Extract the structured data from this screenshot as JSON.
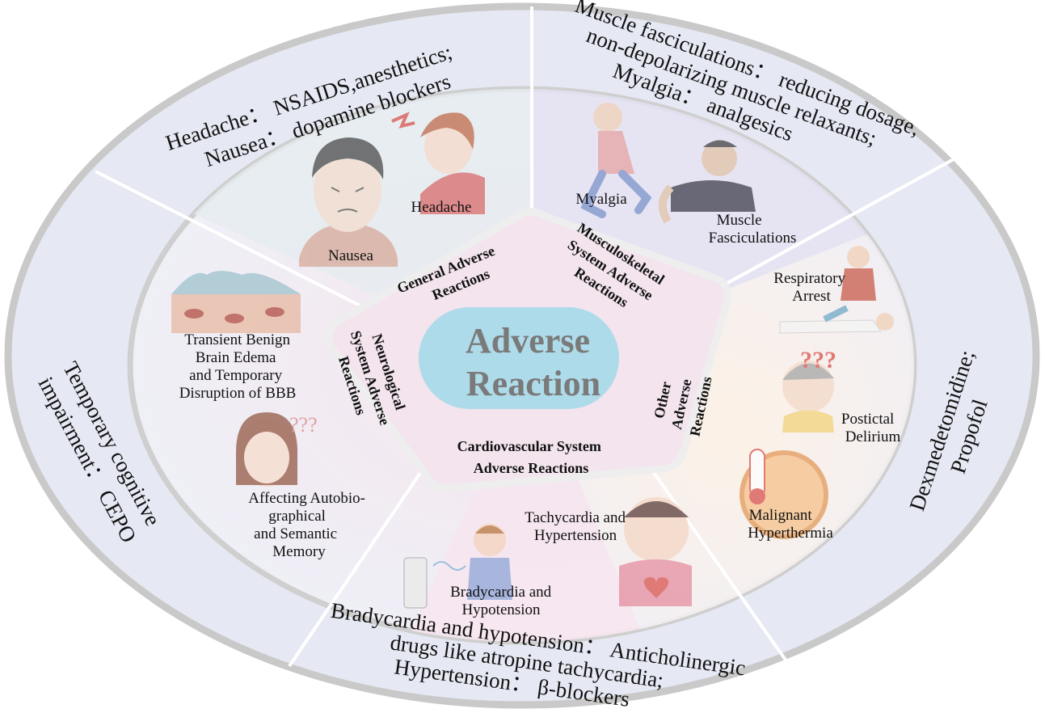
{
  "center": {
    "line1": "Adverse",
    "line2": "Reaction"
  },
  "categories": {
    "general": [
      "General Adverse",
      "Reactions"
    ],
    "musculoskeletal": [
      "Musculoskeletal",
      "System Adverse",
      "Reactions"
    ],
    "other": [
      "Other",
      "Adverse",
      "Reactions"
    ],
    "cardiovascular": [
      "Cardiovascular System",
      "Adverse Reactions"
    ],
    "neurological": [
      "Neurological",
      "System Adverse",
      "Reactions"
    ]
  },
  "illustrations": {
    "nausea": [
      "Nausea"
    ],
    "headache": [
      "Headache"
    ],
    "myalgia": [
      "Myalgia"
    ],
    "fasciculations": [
      "Muscle",
      "Fasciculations"
    ],
    "respiratory": [
      "Respiratory",
      "Arrest"
    ],
    "delirium": [
      "Postictal",
      "Delirium"
    ],
    "hyperthermia": [
      "Malignant",
      "Hyperthermia"
    ],
    "tachycardia": [
      "Tachycardia and",
      "Hypertension"
    ],
    "bradycardia": [
      "Bradycardia and",
      "Hypotension"
    ],
    "edema": [
      "Transient Benign",
      "Brain Edema",
      "and Temporary",
      "Disruption of BBB"
    ],
    "memory": [
      "Affecting Autobio-",
      "graphical",
      "and Semantic",
      "Memory"
    ]
  },
  "treatments": {
    "general": [
      "Headache： NSAIDS,anesthetics;",
      "Nausea： dopamine blockers"
    ],
    "musculoskeletal": [
      "Muscle fasciculations： reducing dosage,",
      "non-depolarizing muscle relaxants;",
      "Myalgia： analgesics"
    ],
    "other": [
      "Dexmedetomidine;",
      "Propofol"
    ],
    "cardiovascular": [
      "Bradycardia and hypotension： Anticholinergic",
      "drugs like atropine tachycardia;",
      "Hypertension： β-blockers"
    ],
    "neurological": [
      "Temporary cognitive",
      "impairment： CEPO"
    ]
  },
  "colors": {
    "outer_ring": "#e6e9f3",
    "ring_border": "#c9c9c9",
    "center_fill": "#aedbe9",
    "center_text": "#7a7a7a",
    "text": "#111111"
  }
}
